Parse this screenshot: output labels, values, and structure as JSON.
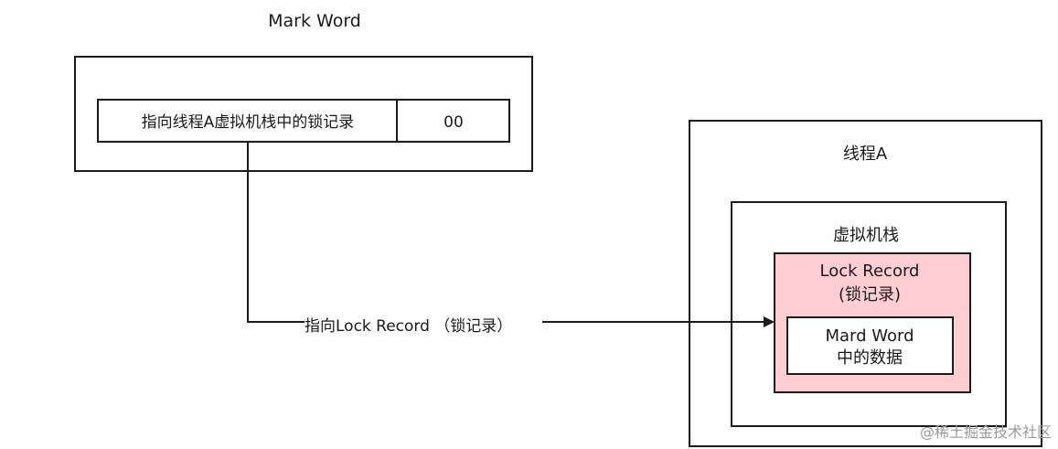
{
  "mark_word": {
    "title": "Mark Word",
    "pointer_field": "指向线程A虚拟机栈中的锁记录",
    "lock_bits": "00"
  },
  "arrow": {
    "label": "指向Lock Record （锁记录）"
  },
  "thread": {
    "title": "线程A",
    "stack": {
      "title": "虚拟机栈",
      "lock_record": {
        "title_line1": "Lock Record",
        "title_line2": "(锁记录)",
        "inner_line1": "Mard Word",
        "inner_line2": "中的数据"
      }
    }
  },
  "watermark": "@稀土掘金技术社区",
  "colors": {
    "stroke": "#1a1a1a",
    "lock_record_fill": "#ffcdd2",
    "background": "#ffffff"
  }
}
